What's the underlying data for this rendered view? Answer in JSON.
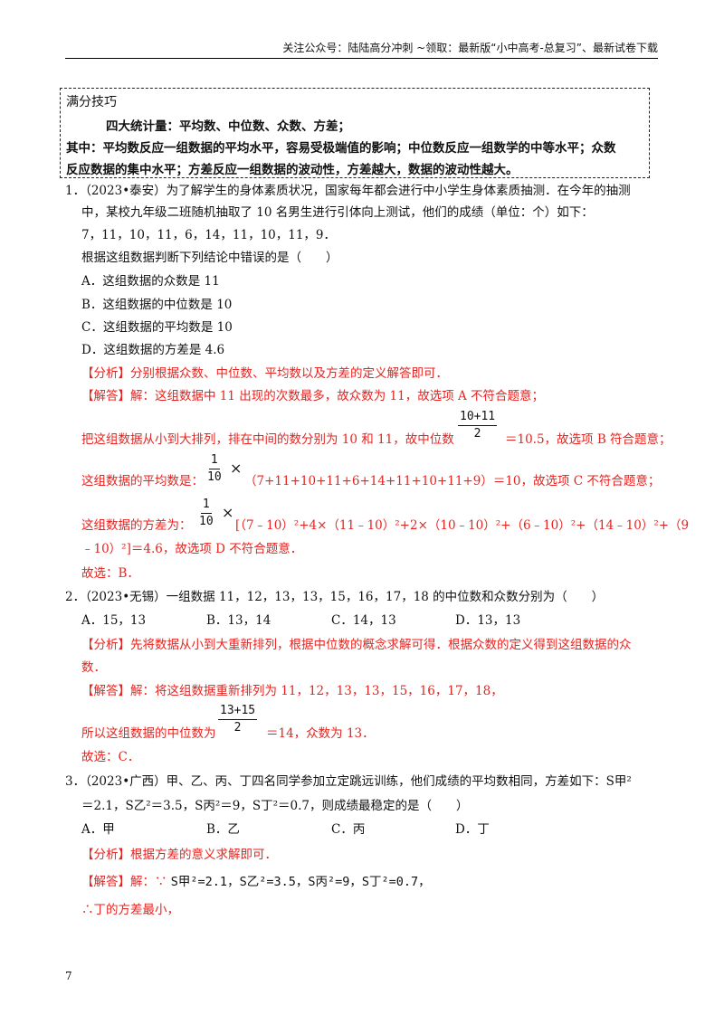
{
  "header": "关注公众号：陆陆高分冲刺 ~领取：最新版“小中高考-总复习”、最新试卷下载",
  "tips": {
    "title": "满分技巧",
    "line1": "四大统计量：平均数、中位数、众数、方差；",
    "line2": "其中：平均数反应一组数据的平均水平，容易受极端值的影响；中位数反应一组数学的中等水平；众数",
    "line3": "反应数据的集中水平；方差反应一组数据的波动性，方差越大，数据的波动性越大。"
  },
  "q1": {
    "l1": "1．（2023•泰安）为了解学生的身体素质状况，国家每年都会进行中小学生身体素质抽测．在今年的抽测",
    "l2": "中，某校九年级二班随机抽取了 10 名男生进行引体向上测试，他们的成绩（单位：个）如下：",
    "l3": "7，11，10，11，6，14，11，10，11，9．",
    "l4": "根据这组数据判断下列结论中错误的是（　　）",
    "A": "A．这组数据的众数是 11",
    "B": "B．这组数据的中位数是 10",
    "C": "C．这组数据的平均数是 10",
    "D": "D．这组数据的方差是 4.6",
    "analysis_tag": "【分析】",
    "analysis": "分别根据众数、中位数、平均数以及方差的定义解答即可．",
    "answer_tag": "【解答】",
    "answer1": "解：这组数据中 11 出现的次数最多，故众数为 11，故选项 A 不符合题意；",
    "answer2a": "把这组数据从小到大排列，排在中间的数分别为 10 和 11，故中位数",
    "median_num": "10+11",
    "median_den": "2",
    "answer2b": "＝10.5，故选项 B 符合题意；",
    "answer3a": "这组数据的平均数是：",
    "mean_num": "1",
    "mean_den": "10",
    "times": "×",
    "answer3b": "（7+11+10+11+6+14+11+10+11+9）＝10，故选项 C 不符合题意；",
    "answer4a": "这组数据的方差为：",
    "var_num": "1",
    "var_den": "10",
    "answer4b": "[（7﹣10）²+4×（11﹣10）²+2×（10﹣10）²+（6﹣10）²+（14﹣10）²+（9",
    "answer4c": "﹣10）²]＝4.6，故选项 D 不符合题意．",
    "choice": "故选：B．"
  },
  "q2": {
    "l1": "2．（2023•无锡）一组数据 11，12，13，13，15，16，17，18 的中位数和众数分别为（　　）",
    "A": "A．15，13",
    "B": "B．13，14",
    "C": "C．14，13",
    "D": "D．13，13",
    "analysis_tag": "【分析】",
    "analysis1": "先将数据从小到大重新排列，根据中位数的概念求解可得．根据众数的定义得到这组数据的众",
    "analysis2": "数．",
    "answer_tag": "【解答】",
    "answer1": "解：将这组数据重新排列为 11，12，13，13，15，16，17，18，",
    "answer2a": "所以这组数据的中位数为",
    "median_num": "13+15",
    "median_den": "2",
    "answer2b": "＝14，众数为 13．",
    "choice": "故选：C．"
  },
  "q3": {
    "l1": "3．（2023•广西）甲、乙、丙、丁四名同学参加立定跳远训练，他们成绩的平均数相同，方差如下：S甲²",
    "l2": "＝2.1，S乙²＝3.5，S丙²＝9，S丁²＝0.7，则成绩最稳定的是（　　）",
    "A": "A．甲",
    "B": "B．乙",
    "C": "C．丙",
    "D": "D．丁",
    "analysis_tag": "【分析】",
    "analysis": "根据方差的意义求解即可．",
    "answer_tag": "【解答】",
    "answer1a": "解：∵",
    "answer1b": "S甲²=2.1，S乙²=3.5，S丙²=9，S丁²=0.7，",
    "answer2": "∴丁的方差最小，"
  },
  "page_number": "7"
}
